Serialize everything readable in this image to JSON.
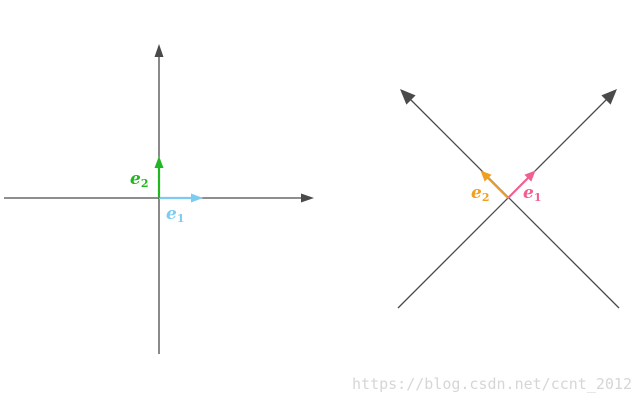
{
  "left_diagram": {
    "e1": {
      "letter": "e",
      "sub": "1",
      "color": "#7ecbf2"
    },
    "e2": {
      "letter": "e",
      "sub": "2",
      "color": "#22b722"
    }
  },
  "right_diagram": {
    "e1": {
      "letter": "e",
      "sub": "1",
      "color": "#f0608e"
    },
    "e2": {
      "letter": "e",
      "sub": "2",
      "color": "#f0a020"
    }
  },
  "watermark": "https://blog.csdn.net/ccnt_2012",
  "colors": {
    "axis": "#4a4a4a",
    "watermark": "#d6d6d6"
  }
}
